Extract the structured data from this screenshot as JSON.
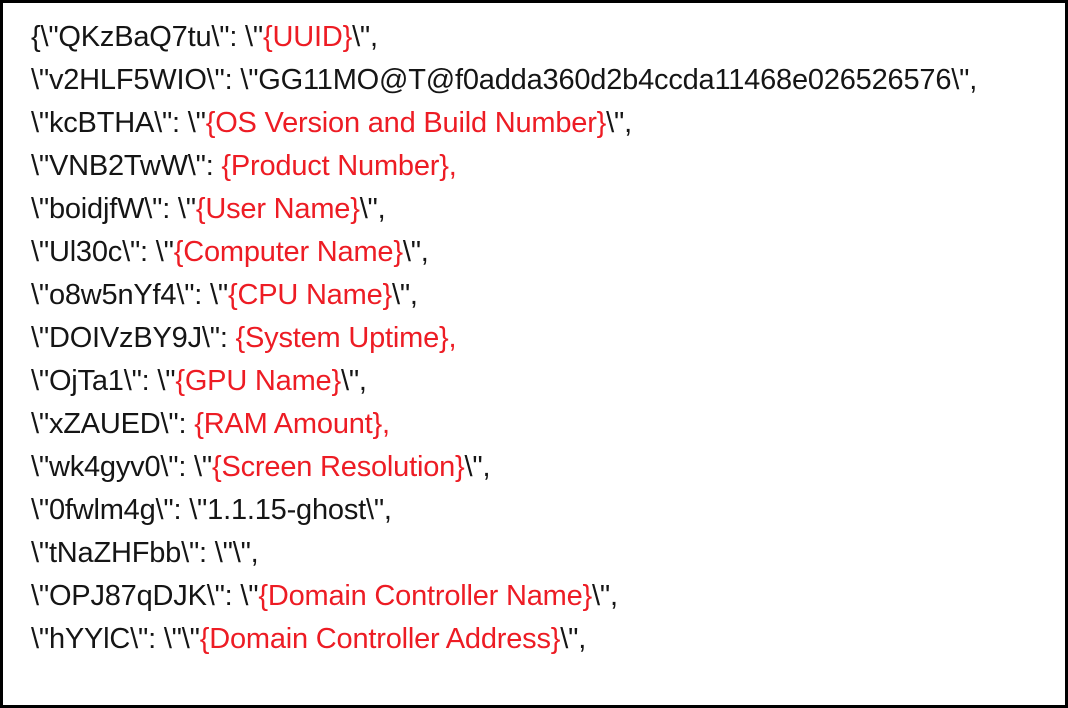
{
  "document": {
    "background": "#ffffff",
    "border_color": "#000000",
    "text_color": "#151515",
    "accent_red": "#ED1C24",
    "description_label": "malware-config-json-snippet"
  },
  "lines": [
    {
      "segments": [
        {
          "text": "{\\\"QKzBaQ7tu\\\": \\\"",
          "color": "black"
        },
        {
          "text": "{UUID}",
          "color": "red"
        },
        {
          "text": "\\\",",
          "color": "black"
        }
      ]
    },
    {
      "segments": [
        {
          "text": "\\\"v2HLF5WIO\\\": \\\"GG11MO@T@f0adda360d2b4ccda11468e026526576\\\",",
          "color": "black"
        }
      ]
    },
    {
      "segments": [
        {
          "text": "\\\"kcBTHA\\\": \\\"",
          "color": "black"
        },
        {
          "text": "{OS Version and Build Number}",
          "color": "red"
        },
        {
          "text": "\\\",",
          "color": "black"
        }
      ]
    },
    {
      "segments": [
        {
          "text": "\\\"VNB2TwW\\\": ",
          "color": "black"
        },
        {
          "text": "{Product Number},",
          "color": "red"
        }
      ]
    },
    {
      "segments": [
        {
          "text": "\\\"boidjfW\\\": \\\"",
          "color": "black"
        },
        {
          "text": "{User Name}",
          "color": "red"
        },
        {
          "text": "\\\",",
          "color": "black"
        }
      ]
    },
    {
      "segments": [
        {
          "text": "\\\"Ul30c\\\": \\\"",
          "color": "black"
        },
        {
          "text": "{Computer Name}",
          "color": "red"
        },
        {
          "text": "\\\",",
          "color": "black"
        }
      ]
    },
    {
      "segments": [
        {
          "text": "\\\"o8w5nYf4\\\": \\\"",
          "color": "black"
        },
        {
          "text": "{CPU Name}",
          "color": "red"
        },
        {
          "text": "\\\",",
          "color": "black"
        }
      ]
    },
    {
      "segments": [
        {
          "text": "\\\"DOIVzBY9J\\\": ",
          "color": "black"
        },
        {
          "text": "{System Uptime},",
          "color": "red"
        }
      ]
    },
    {
      "segments": [
        {
          "text": "\\\"OjTa1\\\": \\\"",
          "color": "black"
        },
        {
          "text": "{GPU Name}",
          "color": "red"
        },
        {
          "text": "\\\",",
          "color": "black"
        }
      ]
    },
    {
      "segments": [
        {
          "text": "\\\"xZAUED\\\": ",
          "color": "black"
        },
        {
          "text": "{RAM Amount},",
          "color": "red"
        }
      ]
    },
    {
      "segments": [
        {
          "text": "\\\"wk4gyv0\\\": \\\"",
          "color": "black"
        },
        {
          "text": "{Screen Resolution}",
          "color": "red"
        },
        {
          "text": "\\\",",
          "color": "black"
        }
      ]
    },
    {
      "segments": [
        {
          "text": "\\\"0fwlm4g\\\": \\\"1.1.15-ghost\\\",",
          "color": "black"
        }
      ]
    },
    {
      "segments": [
        {
          "text": "\\\"tNaZHFbb\\\": \\\"\\\",",
          "color": "black"
        }
      ]
    },
    {
      "segments": [
        {
          "text": "\\\"OPJ87qDJK\\\": \\\"",
          "color": "black"
        },
        {
          "text": "{Domain Controller Name}",
          "color": "red"
        },
        {
          "text": "\\\",",
          "color": "black"
        }
      ]
    },
    {
      "segments": [
        {
          "text": "\\\"hYYlC\\\": \\\"\\\"",
          "color": "black"
        },
        {
          "text": "{Domain Controller Address}",
          "color": "red"
        },
        {
          "text": "\\\",",
          "color": "black"
        }
      ]
    }
  ]
}
